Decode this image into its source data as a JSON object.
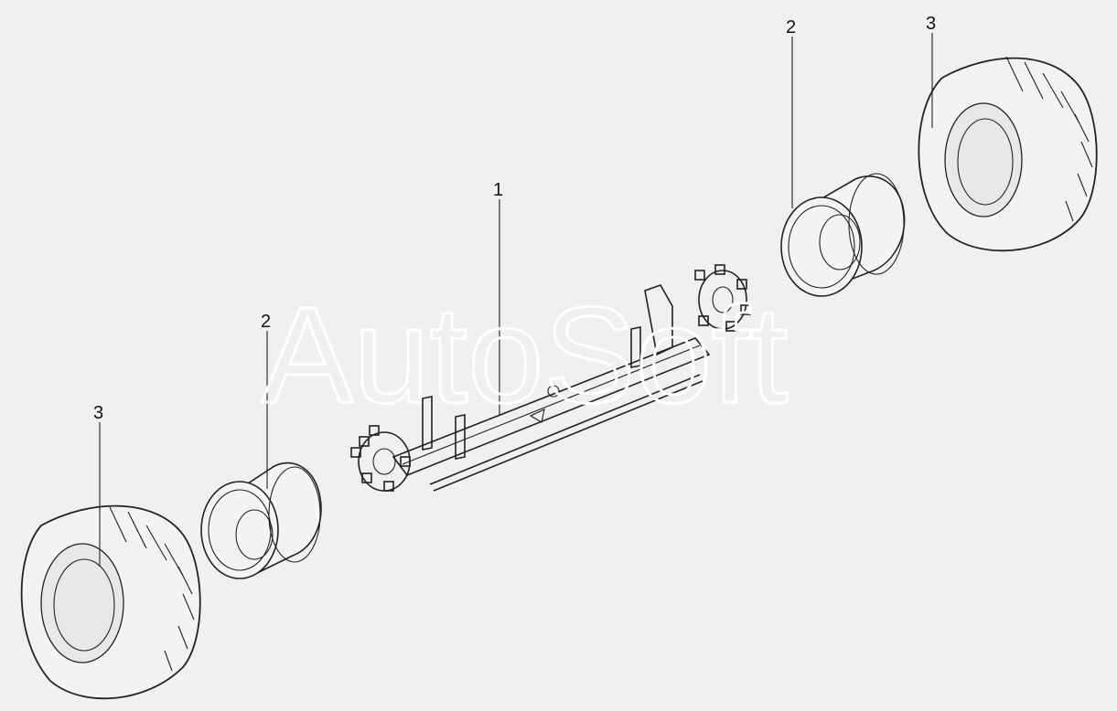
{
  "watermark": "AutoSoft",
  "callouts": {
    "axle": "1",
    "rim_left": "2",
    "rim_right": "2",
    "tire_left": "3",
    "tire_right": "3"
  },
  "colors": {
    "background": "#f0f0f0",
    "line": "#222222",
    "watermark_stroke": "#ffffff"
  }
}
